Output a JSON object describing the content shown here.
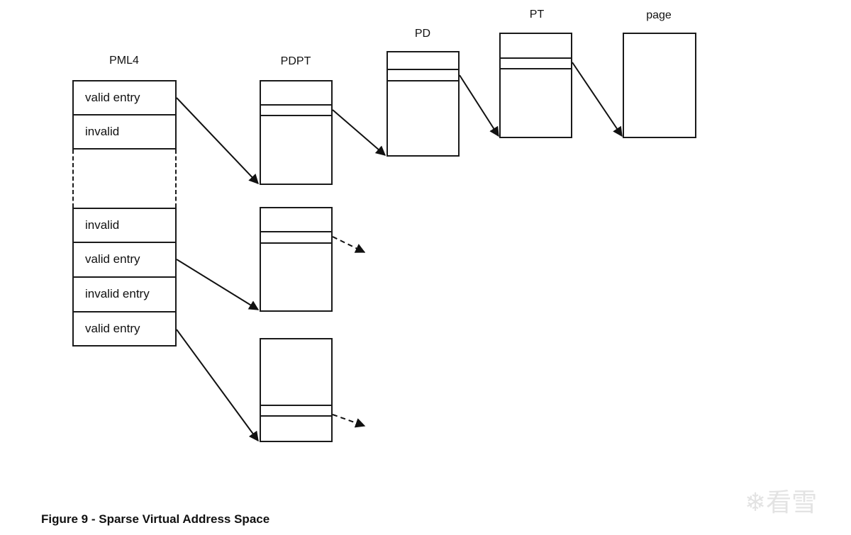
{
  "headers": {
    "pml4": "PML4",
    "pdpt": "PDPT",
    "pd": "PD",
    "pt": "PT",
    "page": "page"
  },
  "pml4_entries": [
    {
      "label": "valid entry"
    },
    {
      "label": "invalid"
    },
    {
      "label": "invalid"
    },
    {
      "label": "valid entry"
    },
    {
      "label": "invalid entry"
    },
    {
      "label": "valid entry"
    }
  ],
  "caption": "Figure 9 - Sparse Virtual Address Space",
  "watermark": "看雪"
}
